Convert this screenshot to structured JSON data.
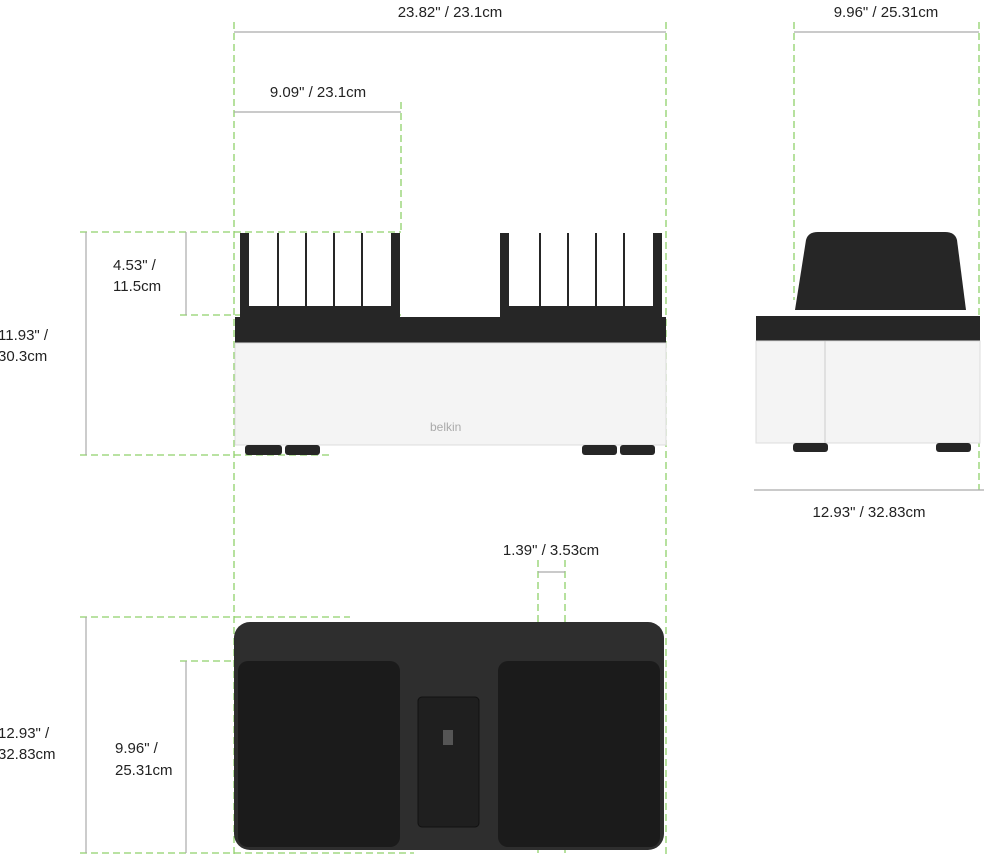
{
  "labels": {
    "front_width": "23.82\" / 23.1cm",
    "bay_width": "9.09\" / 23.1cm",
    "side_top_width": "9.96\" / 25.31cm",
    "divider_height_1": "4.53\" /",
    "divider_height_2": "11.5cm",
    "total_height_1": "11.93\" /",
    "total_height_2": "30.3cm",
    "side_depth": "12.93\" / 32.83cm",
    "slot_gap": "1.39\" / 3.53cm",
    "top_depth_1": "12.93\" /",
    "top_depth_2": "32.83cm",
    "bay_depth_1": "9.96\" /",
    "bay_depth_2": "25.31cm"
  },
  "brand": "belkin",
  "colors": {
    "guide_line": "#8fd16a",
    "dimension_line": "#aaaaaa",
    "body_dark": "#262626",
    "body_white": "#f4f4f4"
  }
}
